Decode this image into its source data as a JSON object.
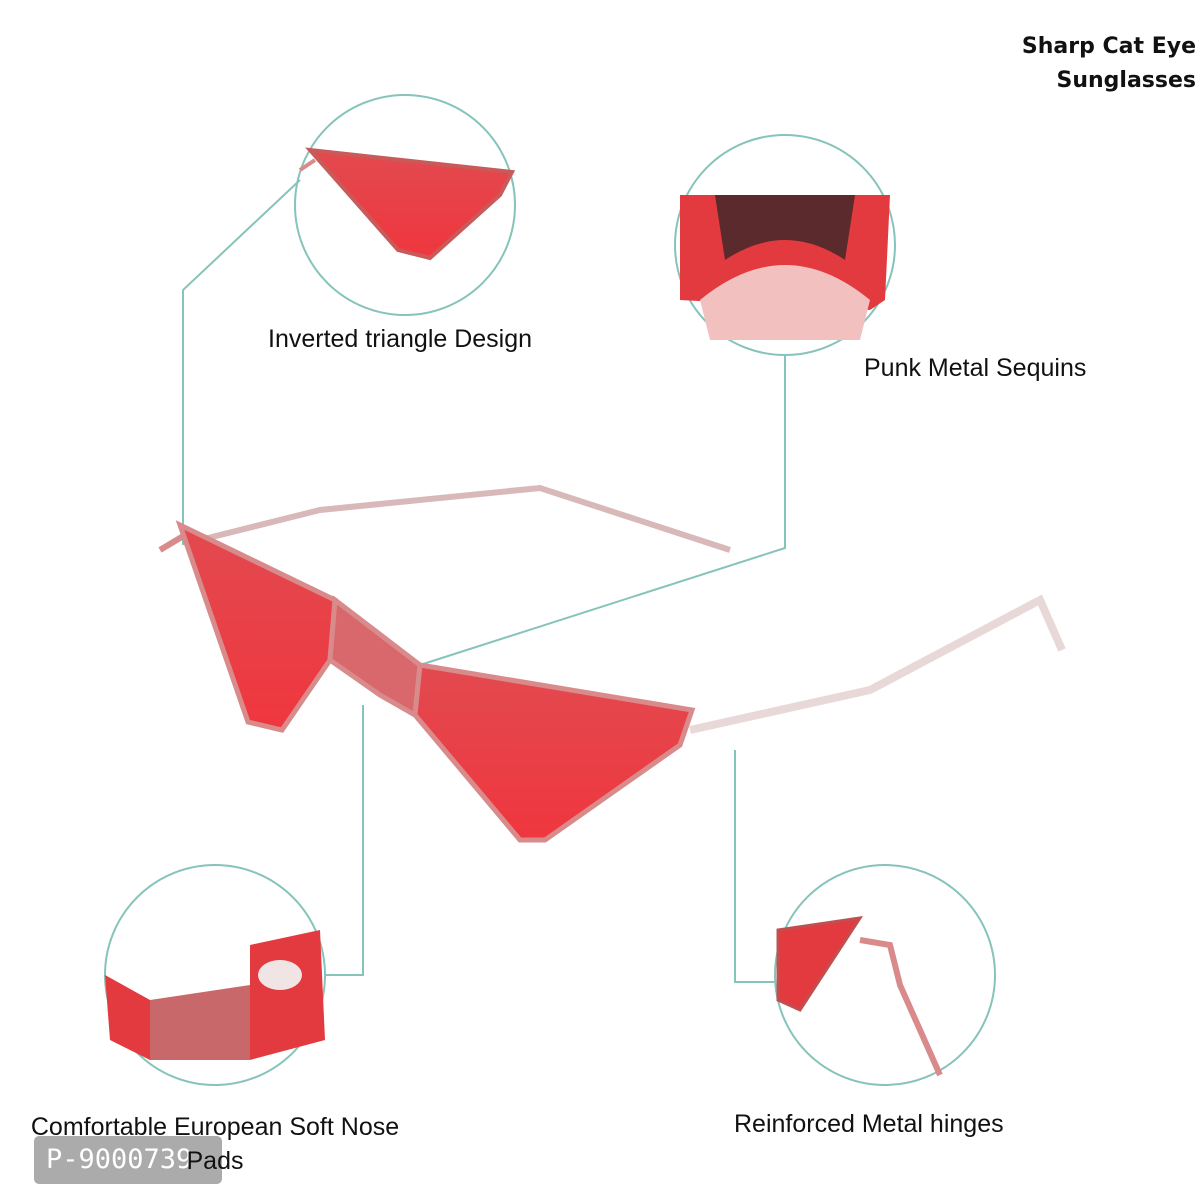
{
  "title": {
    "line1": "Sharp Cat Eye",
    "line2": "Sunglasses"
  },
  "callouts": [
    {
      "label": "Inverted triangle Design"
    },
    {
      "label": "Punk Metal Sequins"
    },
    {
      "label": "Comfortable European Soft Nose Pads"
    },
    {
      "label": "Reinforced Metal hinges"
    }
  ],
  "watermark": "P-9000739",
  "colors": {
    "lens": "#e8363e",
    "frame": "#d98a8a",
    "callout_line": "#86c3ba"
  }
}
